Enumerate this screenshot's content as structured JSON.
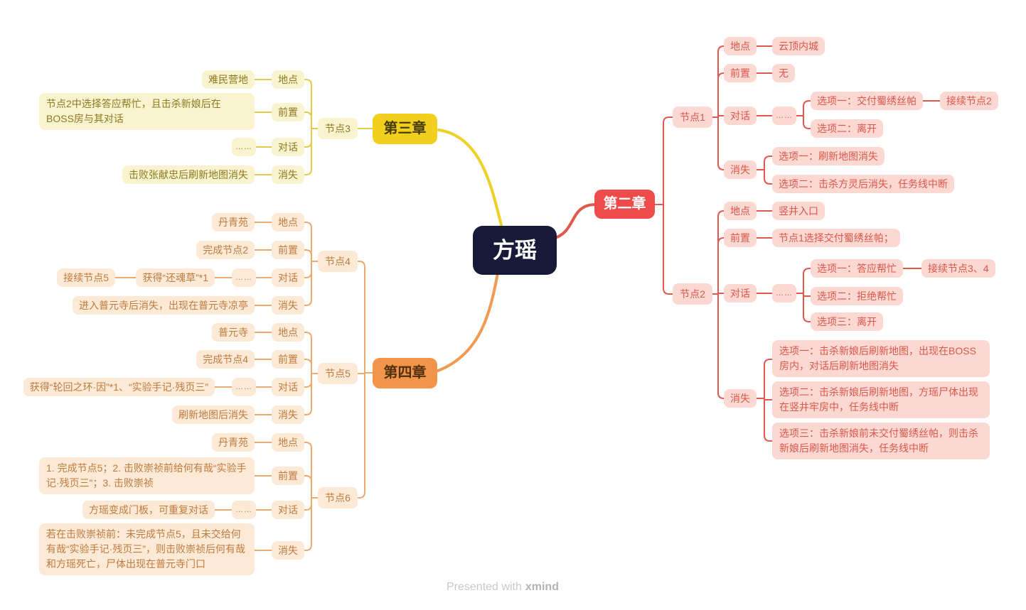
{
  "root": {
    "label": "方瑶"
  },
  "keys": {
    "place": "地点",
    "pre": "前置",
    "dialog": "对话",
    "gone": "消失"
  },
  "ellipsis": "……",
  "chapter2": {
    "label": "第二章",
    "node1": {
      "label": "节点1",
      "place": "云顶内城",
      "pre": "无",
      "dialog_opt1": "选项一：交付蜀绣丝帕",
      "dialog_opt1_next": "接续节点2",
      "dialog_opt2": "选项二：离开",
      "gone_opt1": "选项一：刷新地图消失",
      "gone_opt2": "选项二：击杀方灵后消失，任务线中断"
    },
    "node2": {
      "label": "节点2",
      "place": "竖井入口",
      "pre": "节点1选择交付蜀绣丝帕；",
      "dialog_opt1": "选项一：答应帮忙",
      "dialog_opt1_next": "接续节点3、4",
      "dialog_opt2": "选项二：拒绝帮忙",
      "dialog_opt3": "选项三：离开",
      "gone_opt1": "选项一：击杀新娘后刷新地图，出现在BOSS房内，对话后刷新地图消失",
      "gone_opt2": "选项二：击杀新娘后刷新地图，方瑶尸体出现在竖井牢房中，任务线中断",
      "gone_opt3": "选项三：击杀新娘前未交付蜀绣丝帕，则击杀新娘后刷新地图消失，任务线中断"
    }
  },
  "chapter3": {
    "label": "第三章",
    "node3": {
      "label": "节点3",
      "place": "难民营地",
      "pre": "节点2中选择答应帮忙，且击杀新娘后在BOSS房与其对话",
      "gone": "击败张献忠后刷新地图消失"
    }
  },
  "chapter4": {
    "label": "第四章",
    "node4": {
      "label": "节点4",
      "place": "丹青苑",
      "pre": "完成节点2",
      "dialog_reward": "获得“还魂草”*1",
      "dialog_next": "接续节点5",
      "gone": "进入普元寺后消失，出现在普元寺凉亭"
    },
    "node5": {
      "label": "节点5",
      "place": "普元寺",
      "pre": "完成节点4",
      "dialog_reward": "获得“轮回之环·因”*1、“实验手记·残页三”",
      "gone": "刷新地图后消失"
    },
    "node6": {
      "label": "节点6",
      "place": "丹青苑",
      "pre": "1. 完成节点5；2. 击败崇祯前给何有哉“实验手记·残页三”；3. 击败崇祯",
      "dialog_note": "方瑶变成门板，可重复对话",
      "gone": "若在击败崇祯前：未完成节点5，且未交给何有哉“实验手记·残页三”，则击败崇祯后何有哉和方瑶死亡，尸体出现在普元寺门口"
    }
  },
  "watermark": {
    "prefix": "Presented with",
    "brand": "xmind"
  },
  "colors": {
    "root_bg": "#171a38",
    "chapter2_accent": "#ef4b4b",
    "chapter3_accent": "#f2cf1d",
    "chapter4_accent": "#f0954a",
    "branch2_line": "#e2574e",
    "branch3_line": "#e4ca46",
    "branch4_line": "#edaa6d"
  }
}
